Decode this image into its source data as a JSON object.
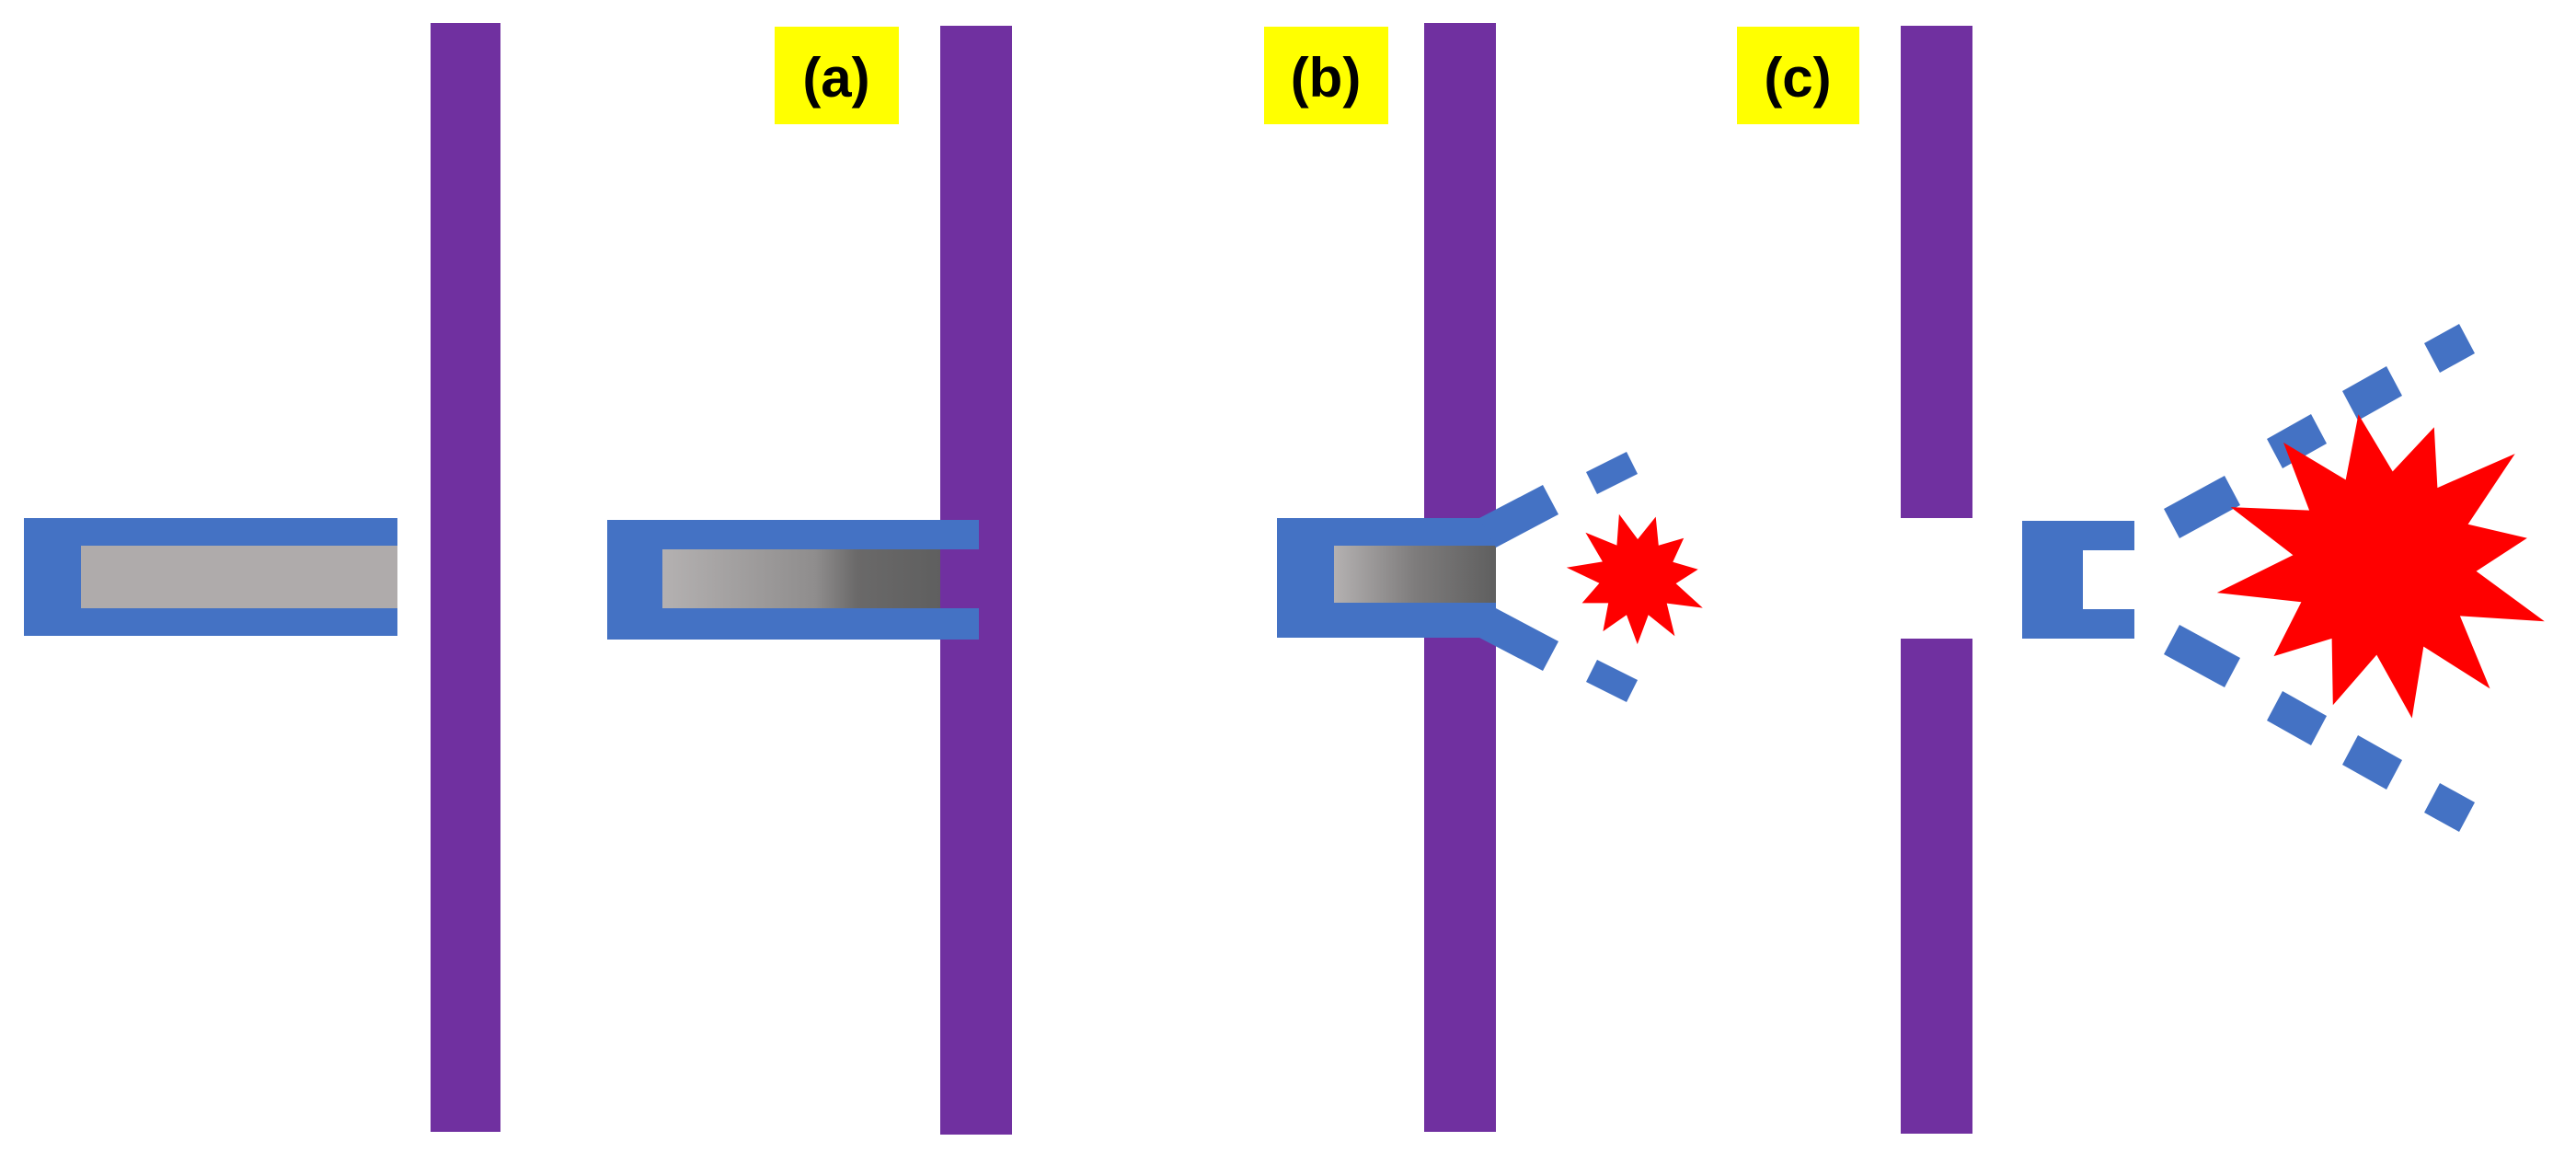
{
  "colors": {
    "wall": "#7030A0",
    "projectile_casing": "#4472C4",
    "projectile_core": "#AFABAB",
    "core_dark": "#5F5F5F",
    "label_background": "#FFFF00",
    "explosion": "#FF0000",
    "background": "#FFFFFF"
  },
  "panels": {
    "a": {
      "label": "(a)"
    },
    "b": {
      "label": "(b)"
    },
    "c": {
      "label": "(c)"
    }
  }
}
